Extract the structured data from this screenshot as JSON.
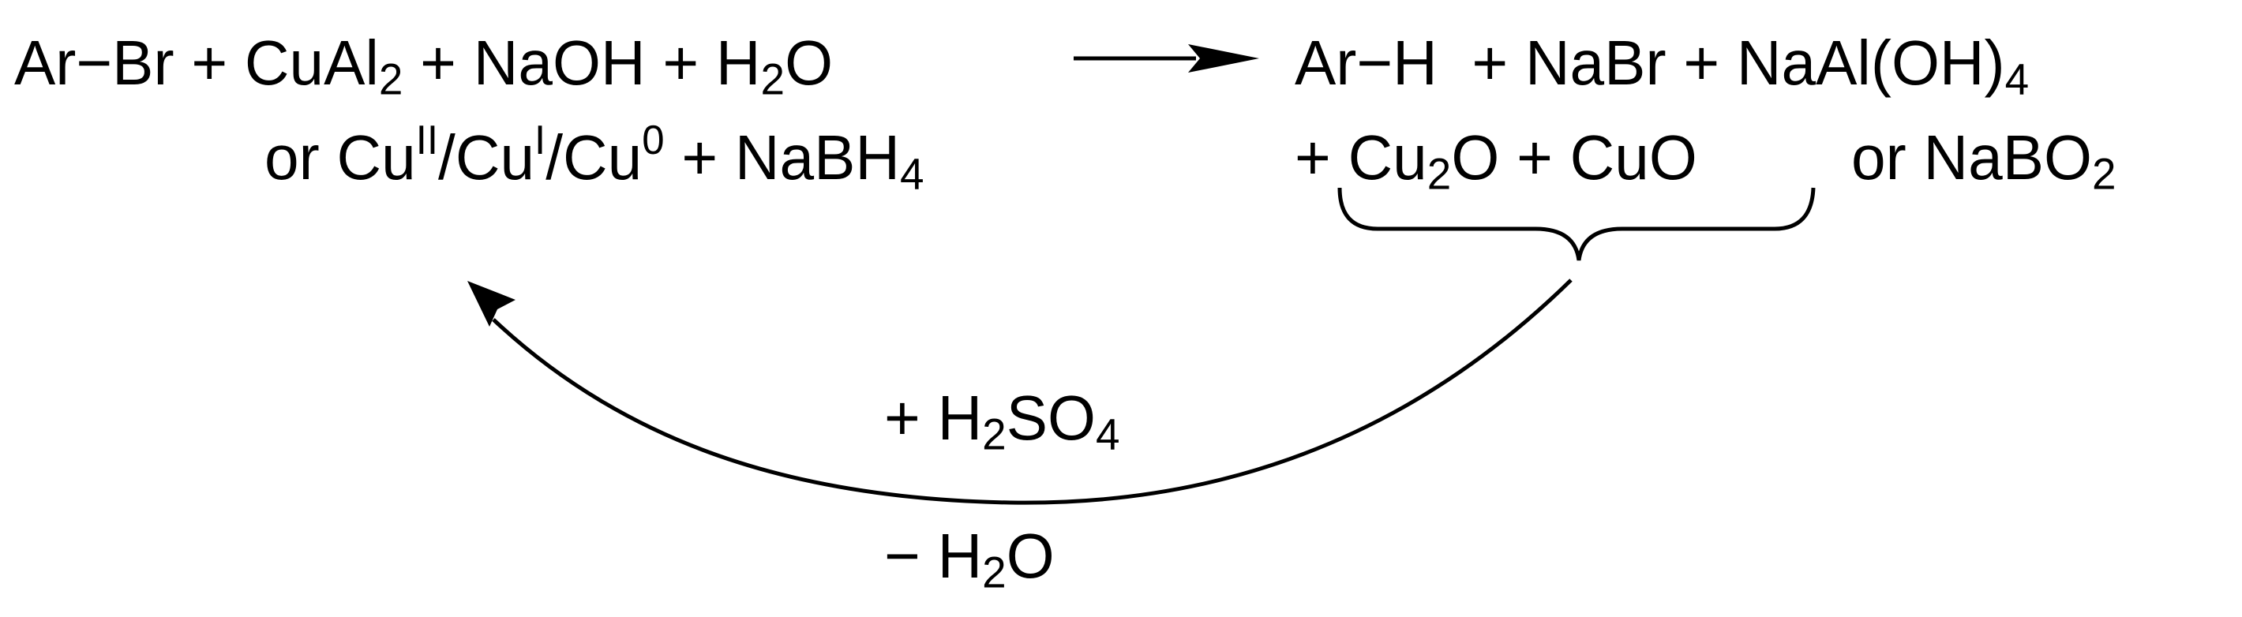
{
  "diagram": {
    "reactants": {
      "aryl_bromide": "Ar−Br",
      "plus_1": " + ",
      "cual_base": "CuAl",
      "cual_sub": "2",
      "plus_2": " + ",
      "naoh": "NaOH",
      "plus_3": " + ",
      "water_h": "H",
      "water_sub": "2",
      "water_o": "O"
    },
    "reactant_alternative": {
      "or_cu": "or Cu",
      "cu2_sup": "II",
      "slash_cu_1": "/Cu",
      "cu1_sup": "I",
      "slash_cu_2": "/Cu",
      "cu0_sup": "0",
      "plus_nabh": " + NaBH",
      "nabh_sub": "4"
    },
    "products": {
      "arh": "Ar−H",
      "plus_nabr": "  + NaBr + ",
      "naal": "NaAl(OH)",
      "naal_sub": "4"
    },
    "product_line_2": {
      "plus_cu2o_pre": "+ Cu",
      "cu2o_sub": "2",
      "cu2o_post": "O + CuO",
      "or_nabo": "or NaBO",
      "nabo_sub": "2"
    },
    "recycle_conditions": {
      "acid_pre": "+ H",
      "acid_sub1": "2",
      "acid_mid": "SO",
      "acid_sub2": "4",
      "water_pre": "− H",
      "water_sub": "2",
      "water_post": "O"
    }
  }
}
